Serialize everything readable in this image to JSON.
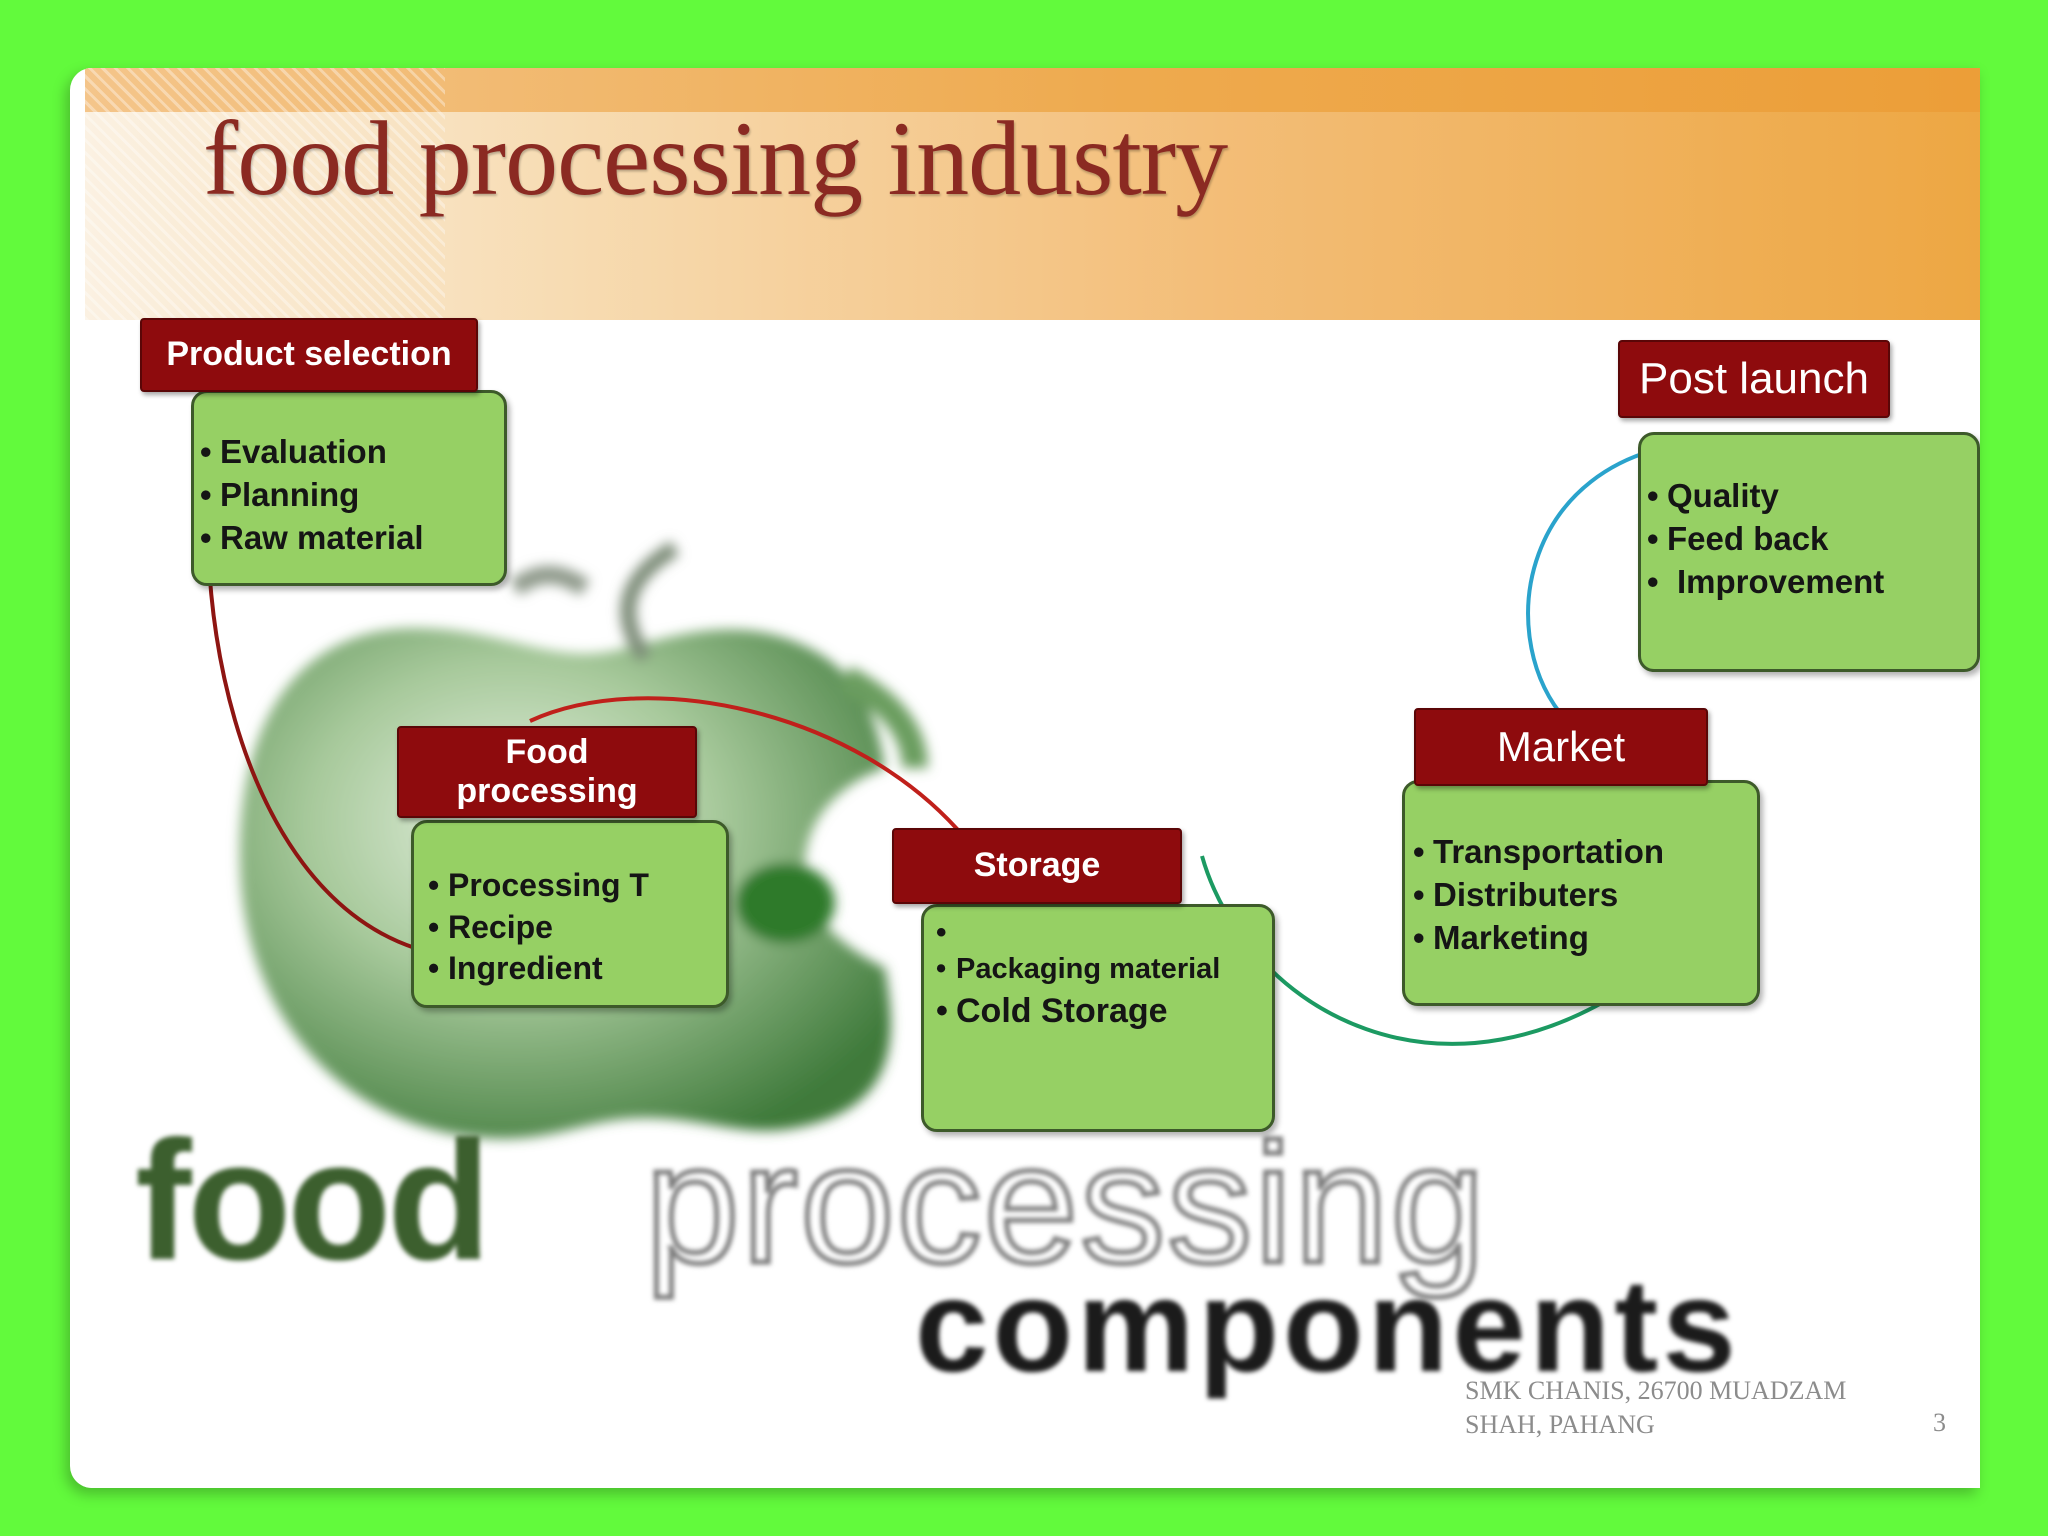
{
  "slide": {
    "title": "food processing industry",
    "watermark": {
      "word1": "food",
      "word2": "processing",
      "word3": "components"
    },
    "footer": {
      "text": "SMK CHANIS, 26700 MUADZAM SHAH, PAHANG",
      "page_number": "3"
    }
  },
  "stages": [
    {
      "label": "Product selection",
      "items": [
        "Evaluation",
        "Planning",
        "Raw material"
      ]
    },
    {
      "label": "Food processing",
      "items": [
        "Processing T",
        "Recipe",
        "Ingredient"
      ]
    },
    {
      "label": "Storage",
      "items": [
        "",
        "Packaging material",
        "Cold Storage"
      ]
    },
    {
      "label": "Market",
      "items": [
        "Transportation",
        "Distributers",
        "Marketing"
      ]
    },
    {
      "label": "Post launch",
      "items": [
        "Quality",
        "Feed back",
        "Improvement"
      ]
    }
  ],
  "colors": {
    "background": "#62fa3c",
    "title": "#8b2a22",
    "label_fill": "#8e0b0d",
    "box_fill": "#96d064",
    "arc_red": "#8e1512",
    "arc_green": "#1c9a62",
    "arc_blue": "#2aa3cc"
  }
}
